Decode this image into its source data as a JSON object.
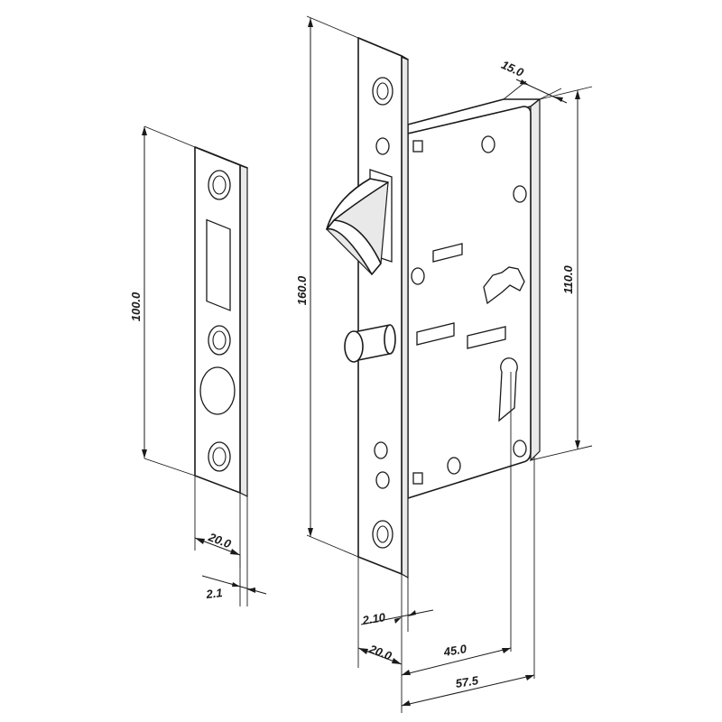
{
  "dimensions": {
    "strike_plate_length": "100.0",
    "strike_plate_width": "20.0",
    "strike_plate_thickness": "2.1",
    "faceplate_length": "160.0",
    "faceplate_width": "20.0",
    "faceplate_thickness": "2.10",
    "case_height": "110.0",
    "case_depth_top": "15.0",
    "backset": "45.0",
    "case_depth": "57.5"
  },
  "colors": {
    "line": "#1a1a1a",
    "background": "#ffffff"
  }
}
